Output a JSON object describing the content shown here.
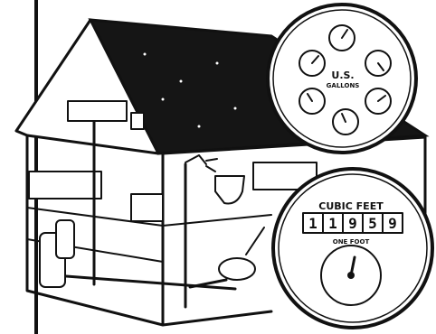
{
  "dial_meter": {
    "label_line1": "U.S.",
    "label_line2": "GALLONS"
  },
  "odometer_meter": {
    "label": "CUBIC FEET",
    "digits": [
      "1",
      "1",
      "9",
      "5",
      "9"
    ],
    "small_dial_label": "ONE FOOT"
  },
  "colors": {
    "ink": "#111111",
    "paper": "#ffffff",
    "roof": "#151515"
  }
}
